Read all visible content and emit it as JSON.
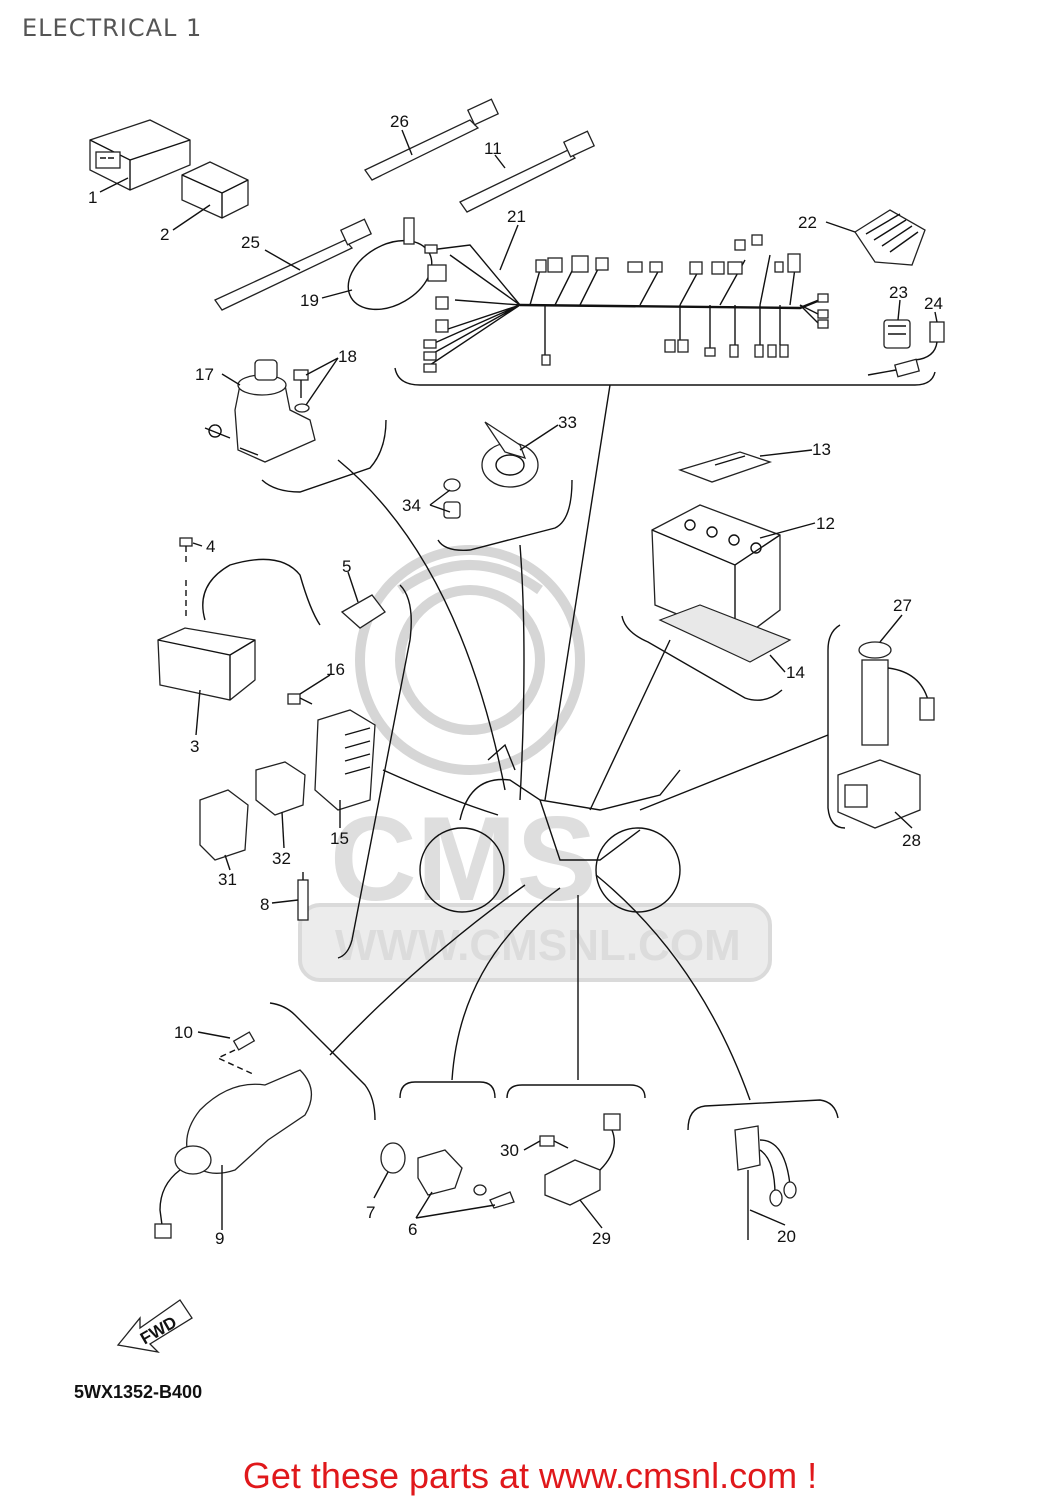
{
  "title": "ELECTRICAL 1",
  "diagram_code": "5WX1352-B400",
  "footer": "Get these parts at www.cmsnl.com !",
  "watermark": {
    "logo_text": "CMS",
    "url": "WWW.CMSNL.COM"
  },
  "fwd_arrow": "FWD",
  "colors": {
    "footer_text": "#e0181b",
    "watermark": "#dcdcdc"
  },
  "callouts": [
    "1",
    "2",
    "3",
    "4",
    "5",
    "6",
    "7",
    "8",
    "9",
    "10",
    "11",
    "12",
    "13",
    "14",
    "15",
    "16",
    "17",
    "18",
    "19",
    "20",
    "21",
    "22",
    "23",
    "24",
    "25",
    "26",
    "27",
    "28",
    "29",
    "30",
    "31",
    "32",
    "33",
    "34"
  ]
}
